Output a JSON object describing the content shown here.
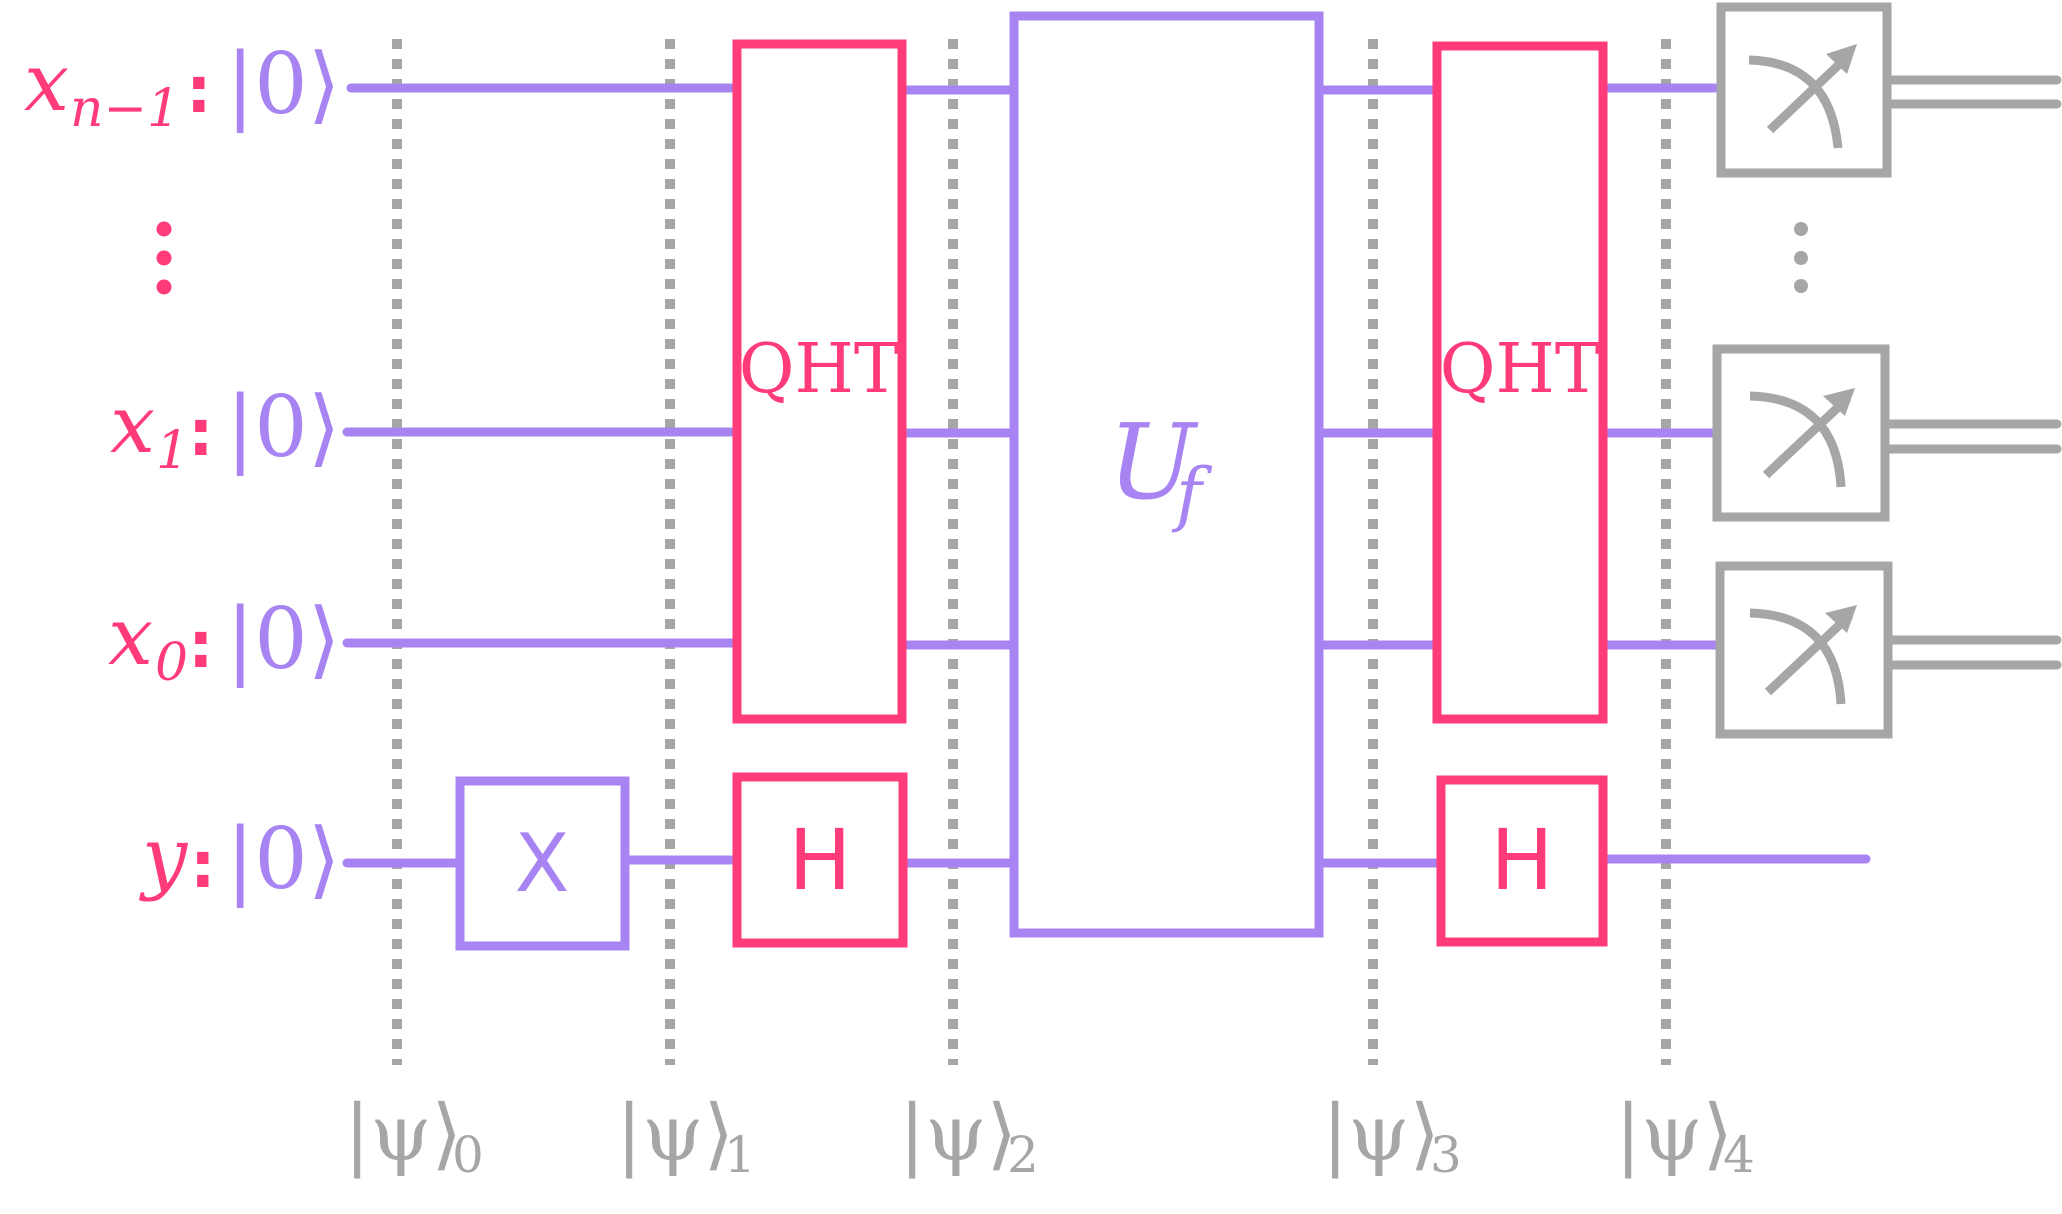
{
  "diagram": {
    "title": "Quantum circuit with Quantum Hadamard Transforms and oracle U_f",
    "colors": {
      "wire": "#a884f3",
      "hadamard_gate": "#ff3b7a",
      "qubit_label": "#ff3b7a",
      "barrier": "#a6a6a6",
      "measurement": "#a6a6a6"
    },
    "qubits": [
      {
        "name": "x",
        "subscript": "n−1",
        "colon": ":",
        "initial_state": "|0⟩"
      },
      {
        "name": "x",
        "subscript": "1",
        "colon": ":",
        "initial_state": "|0⟩"
      },
      {
        "name": "x",
        "subscript": "0",
        "colon": ":",
        "initial_state": "|0⟩"
      },
      {
        "name": "y",
        "subscript": "",
        "colon": ":",
        "initial_state": "|0⟩"
      }
    ],
    "ellipsis_icon": "vertical-ellipsis",
    "gates": {
      "x_gate": {
        "label": "X",
        "target": "y"
      },
      "qht_1": {
        "label": "QHT",
        "targets": [
          "x_{n-1}",
          "x_1",
          "x_0"
        ]
      },
      "h_1": {
        "label": "H",
        "target": "y"
      },
      "oracle": {
        "label_main": "U",
        "label_sub": "f",
        "targets": [
          "x_{n-1}",
          "x_1",
          "x_0",
          "y"
        ]
      },
      "qht_2": {
        "label": "QHT",
        "targets": [
          "x_{n-1}",
          "x_1",
          "x_0"
        ]
      },
      "h_2": {
        "label": "H",
        "target": "y"
      }
    },
    "measurements": [
      {
        "target": "x_{n-1}",
        "icon": "meter-icon"
      },
      {
        "target": "x_1",
        "icon": "meter-icon"
      },
      {
        "target": "x_0",
        "icon": "meter-icon"
      }
    ],
    "states": [
      {
        "ket": "|ψ⟩",
        "index": "0"
      },
      {
        "ket": "|ψ⟩",
        "index": "1"
      },
      {
        "ket": "|ψ⟩",
        "index": "2"
      },
      {
        "ket": "|ψ⟩",
        "index": "3"
      },
      {
        "ket": "|ψ⟩",
        "index": "4"
      }
    ]
  }
}
